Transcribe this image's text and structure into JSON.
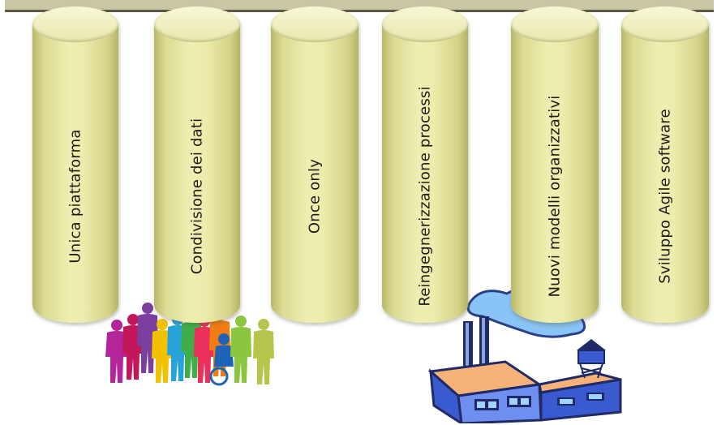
{
  "pillars": [
    {
      "label": "Unica piattaforma"
    },
    {
      "label": "Condivisione dei dati"
    },
    {
      "label": "Once only"
    },
    {
      "label": "Reingegnerizzazione processi"
    },
    {
      "label": "Nuovi modelli organizzativi"
    },
    {
      "label": "Sviluppo Agile software"
    }
  ],
  "illustrations": {
    "people_icon": "people-crowd-icon",
    "factory_icon": "factory-icon"
  },
  "colors": {
    "pillar_light": "#eeeeb2",
    "pillar_dark": "#b6b464",
    "top_bar": "#c9c6a6"
  }
}
